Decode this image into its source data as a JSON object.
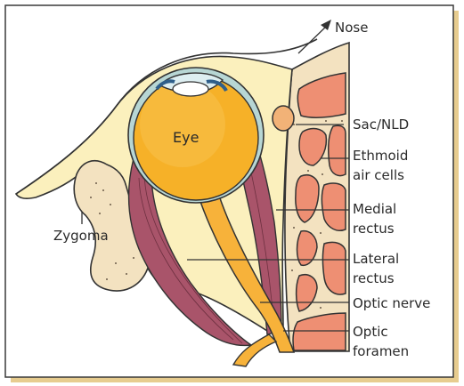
{
  "labels": {
    "nose": "Nose",
    "eye": "Eye",
    "sac_nld": "Sac/NLD",
    "ethmoid_1": "Ethmoid",
    "ethmoid_2": "air cells",
    "medial_1": "Medial",
    "medial_2": "rectus",
    "lateral_1": "Lateral",
    "lateral_2": "rectus",
    "optic_nerve": "Optic nerve",
    "foramen_1": "Optic",
    "foramen_2": "foramen",
    "zygoma": "Zygoma"
  },
  "colors": {
    "background": "#ffffff",
    "frame_shadow": "#e7cc8f",
    "tissue_fat": "#fbf0bd",
    "bone": "#f3e2c0",
    "ethmoid_cell": "#ee8f73",
    "eyeball": "#f6b128",
    "sclera_rim": "#b7d6d4",
    "optic_nerve": "#f7b23a",
    "muscle": "#a9546a"
  }
}
